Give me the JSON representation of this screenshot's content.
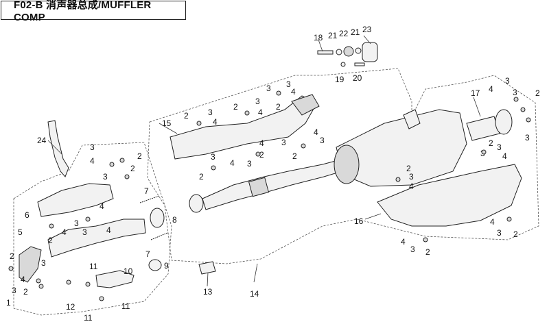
{
  "header": {
    "title": "F02-B 消声器总成/MUFFLER COMP"
  },
  "callouts": {
    "c18": "18",
    "c21a": "21",
    "c22": "22",
    "c21b": "21",
    "c23": "23",
    "c19": "19",
    "c20": "20",
    "c17": "17",
    "c15": "15",
    "c16": "16",
    "c24": "24",
    "c14": "14",
    "c13": "13",
    "c12": "12",
    "c10": "10",
    "c11a": "11",
    "c11b": "11",
    "c11c": "11",
    "c9": "9",
    "c8": "8",
    "c7a": "7",
    "c7b": "7",
    "c6": "6",
    "c5": "5",
    "c1": "1",
    "n3a": "3",
    "n4a": "4",
    "n2a": "2",
    "n2b": "2",
    "n3b": "3",
    "n4b": "4",
    "n3c": "3",
    "n4c": "4",
    "n2d": "2",
    "n3d": "3",
    "n4d": "4",
    "n4e": "4",
    "n3e": "3",
    "n2f": "2",
    "n3f": "3",
    "n4f": "4",
    "n2g": "2",
    "n4g": "4",
    "n3g": "3",
    "n2h": "2",
    "n3h": "3",
    "n4h": "4",
    "n2i": "2",
    "n3i": "3",
    "n4i": "4",
    "n4j": "4",
    "n3j": "3",
    "n2j": "2",
    "n3j2": "3",
    "n2k": "2",
    "n3k": "3",
    "n4k": "4",
    "n4l": "4",
    "n3l": "3",
    "n2l": "2",
    "n4m": "4",
    "n3m": "3",
    "n2m": "2",
    "n3n": "3",
    "n4n": "4",
    "n2n": "2",
    "n4n2": "4",
    "n2n2": "2",
    "n4o": "4",
    "n2o": "2",
    "n3o": "3",
    "n2p": "2",
    "n4p": "4",
    "n3p": "3",
    "n2p2": "2",
    "n3p2": "3"
  }
}
